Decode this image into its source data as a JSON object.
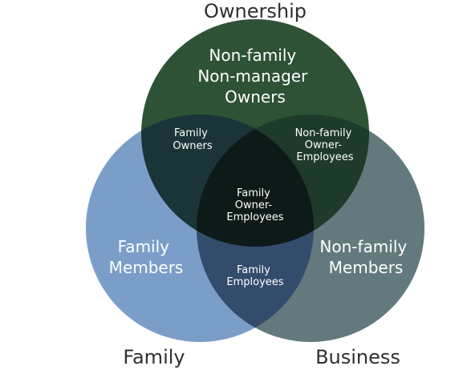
{
  "diagram": {
    "sets": {
      "ownership": {
        "label": "Ownership",
        "color": "#2e5236"
      },
      "family": {
        "label": "Family",
        "color": "#7b9ec9"
      },
      "business": {
        "label": "Business",
        "color": "#627a7d"
      }
    },
    "regions": {
      "ownership_only": [
        "Non-family",
        "Non-manager",
        "Owners"
      ],
      "family_owners": [
        "Family",
        "Owners"
      ],
      "nonfamily_owner_employees": [
        "Non-family",
        "Owner-",
        "Employees"
      ],
      "family_owner_employees": [
        "Family",
        "Owner-",
        "Employees"
      ],
      "family_members": [
        "Family",
        "Members"
      ],
      "nonfamily_members": [
        "Non-family",
        "Members"
      ],
      "family_employees": [
        "Family",
        "Employees"
      ]
    },
    "overlap_colors": {
      "family_ownership": "#1b3438",
      "ownership_business": "#1e3a2b",
      "family_business": "#344c6c",
      "center": "#0d1a18"
    }
  }
}
